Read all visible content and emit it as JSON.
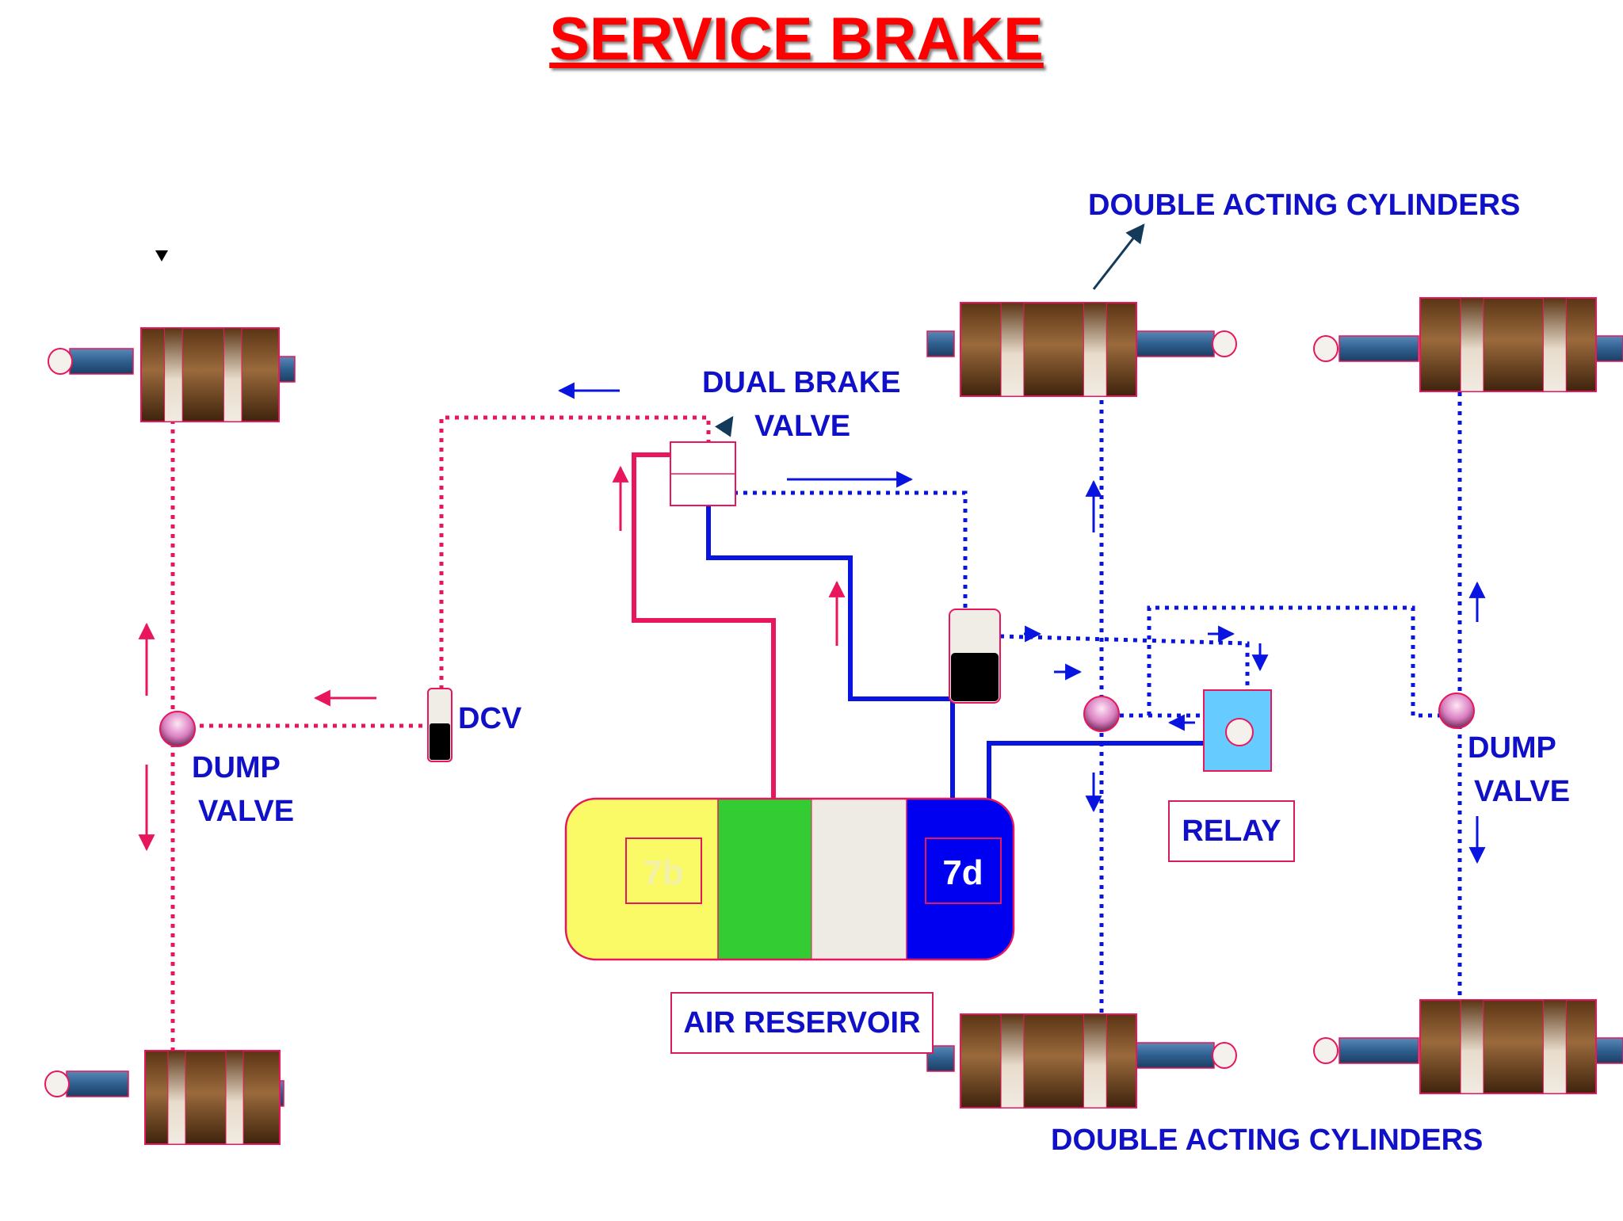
{
  "title": "SERVICE BRAKE",
  "labels": {
    "double_acting_top": "DOUBLE  ACTING CYLINDERS",
    "double_acting_bottom": "DOUBLE  ACTING CYLINDERS",
    "dual_brake_valve_line1": "DUAL BRAKE",
    "dual_brake_valve_line2": "VALVE",
    "dcv": "DCV",
    "dump_valve_left_line1": "DUMP",
    "dump_valve_left_line2": "VALVE",
    "dump_valve_right_line1": "DUMP",
    "dump_valve_right_line2": "VALVE",
    "relay": "RELAY",
    "air_reservoir": "AIR RESERVOIR",
    "tank_7b": "7b",
    "tank_7d": "7d"
  },
  "colors": {
    "title": "#ff0000",
    "label_text": "#1010c8",
    "front_circuit": "#e8175d",
    "rear_circuit": "#0a14e0",
    "tank_yellow": "#fafa66",
    "tank_green": "#33cc33",
    "tank_grey": "#eeeae4",
    "tank_blue": "#0000f0",
    "relay_fill": "#66ccff",
    "cylinder_body": "#7a4a22",
    "rod": "#2f5f8f"
  }
}
